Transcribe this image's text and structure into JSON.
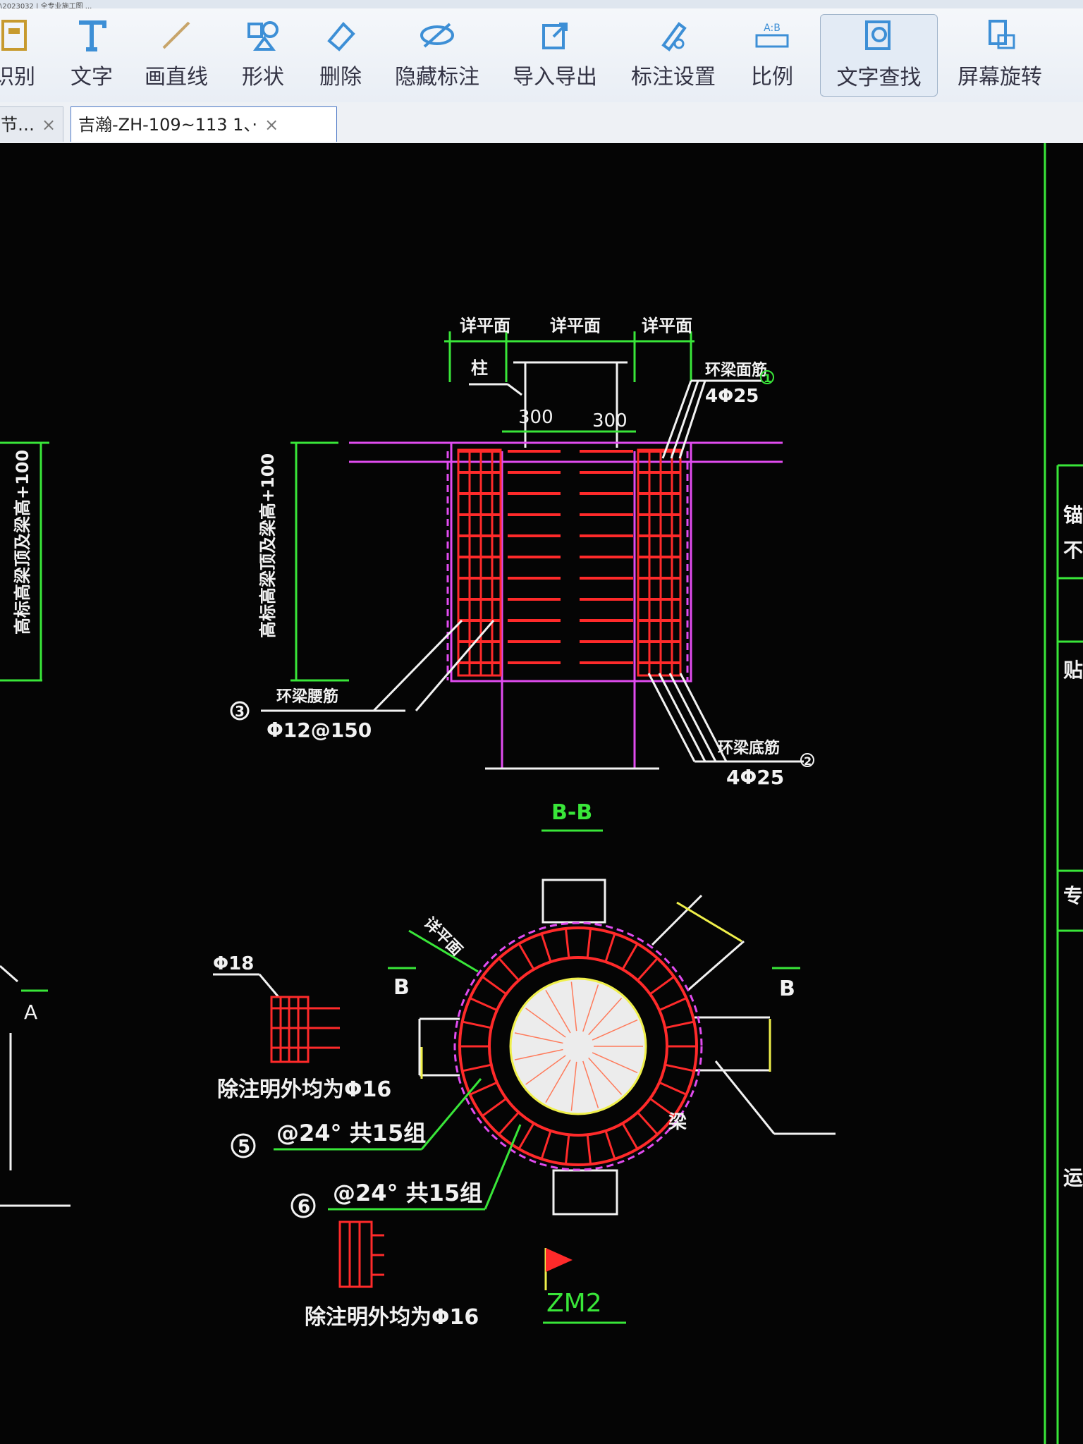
{
  "window": {
    "path_fragment": "\\2023032 | 全专业施工图 ..."
  },
  "toolbar": {
    "items": [
      {
        "label": "识别",
        "icon": "recognize-icon"
      },
      {
        "label": "文字",
        "icon": "text-icon"
      },
      {
        "label": "画直线",
        "icon": "line-icon"
      },
      {
        "label": "形状",
        "icon": "shape-icon"
      },
      {
        "label": "删除",
        "icon": "eraser-icon"
      },
      {
        "label": "隐藏标注",
        "icon": "hide-annotation-icon"
      },
      {
        "label": "导入导出",
        "icon": "import-export-icon"
      },
      {
        "label": "标注设置",
        "icon": "annotation-settings-icon"
      },
      {
        "label": "比例",
        "icon": "scale-icon",
        "badge": "A:B"
      },
      {
        "label": "文字查找",
        "icon": "text-search-icon",
        "active": true
      },
      {
        "label": "屏幕旋转",
        "icon": "rotate-screen-icon"
      }
    ]
  },
  "tabs": [
    {
      "label": "节…",
      "close": "×"
    },
    {
      "label": "吉瀚-ZH-109~113 1、·",
      "close": "×",
      "active": true
    }
  ],
  "drawing": {
    "top_dims": [
      "详平面",
      "详平面",
      "详平面"
    ],
    "column_label": "柱",
    "dim_300_left": "300",
    "dim_300_right": "300",
    "top_rebar_label": "环梁面筋",
    "top_rebar_spec": "4Φ25",
    "top_rebar_no": "1",
    "vertical_dim": "高标高梁顶及梁高+100",
    "left_vertical_dim": "高标高梁顶及梁高+100",
    "stirrup_no": "3",
    "stirrup_label": "环梁腰筋",
    "stirrup_spec": "Φ12@150",
    "bottom_rebar_label": "环梁底筋",
    "bottom_rebar_spec": "4Φ25",
    "bottom_rebar_no": "2",
    "section_title": "B-B",
    "plan_label": "详平面",
    "section_mark_left": "B",
    "section_mark_right": "B",
    "section_mark_a": "A",
    "beam_label": "梁",
    "detail_dia": "Φ18",
    "note_1": "除注明外均为Φ16",
    "item5_no": "5",
    "item5_spec": "@24° 共15组",
    "item6_no": "6",
    "item6_spec": "@24° 共15组",
    "note_2": "除注明外均为Φ16",
    "plan_title": "ZM2",
    "right_panel_chars": [
      "锚",
      "不",
      "贴",
      "专",
      "运"
    ]
  },
  "colors": {
    "red": "#ff2a2a",
    "magenta": "#e14cf0",
    "green": "#39e639",
    "white": "#f2f2f2",
    "yellow": "#f0f04a"
  }
}
